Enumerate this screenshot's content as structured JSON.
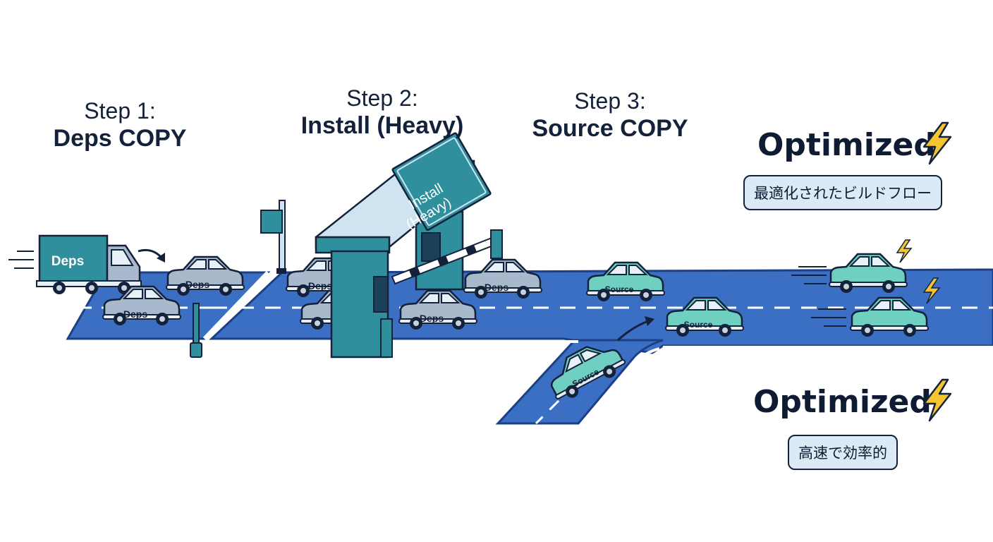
{
  "steps": [
    {
      "number": "Step 1:",
      "title": "Deps COPY"
    },
    {
      "number": "Step 2:",
      "title": "Install (Heavy)"
    },
    {
      "number": "Step 3:",
      "title": "Source COPY"
    }
  ],
  "gate_sign": {
    "line1": "Install",
    "line2": "(Heavy)"
  },
  "truck_label": "Deps",
  "car_labels": {
    "deps": "Deps",
    "source": "Source"
  },
  "results": [
    {
      "title": "Optimized",
      "badge": "最適化されたビルドフロー"
    },
    {
      "title": "Optimized",
      "badge": "高速で効率的"
    }
  ],
  "colors": {
    "road": "#3a6fc4",
    "road_edge": "#1c3f85",
    "outline": "#14213a",
    "deps_car": "#a9b9cc",
    "source_car": "#6fd0c2",
    "gate": "#2f8f9d",
    "bolt": "#f5c431",
    "badge_bg": "#dceaf5"
  }
}
